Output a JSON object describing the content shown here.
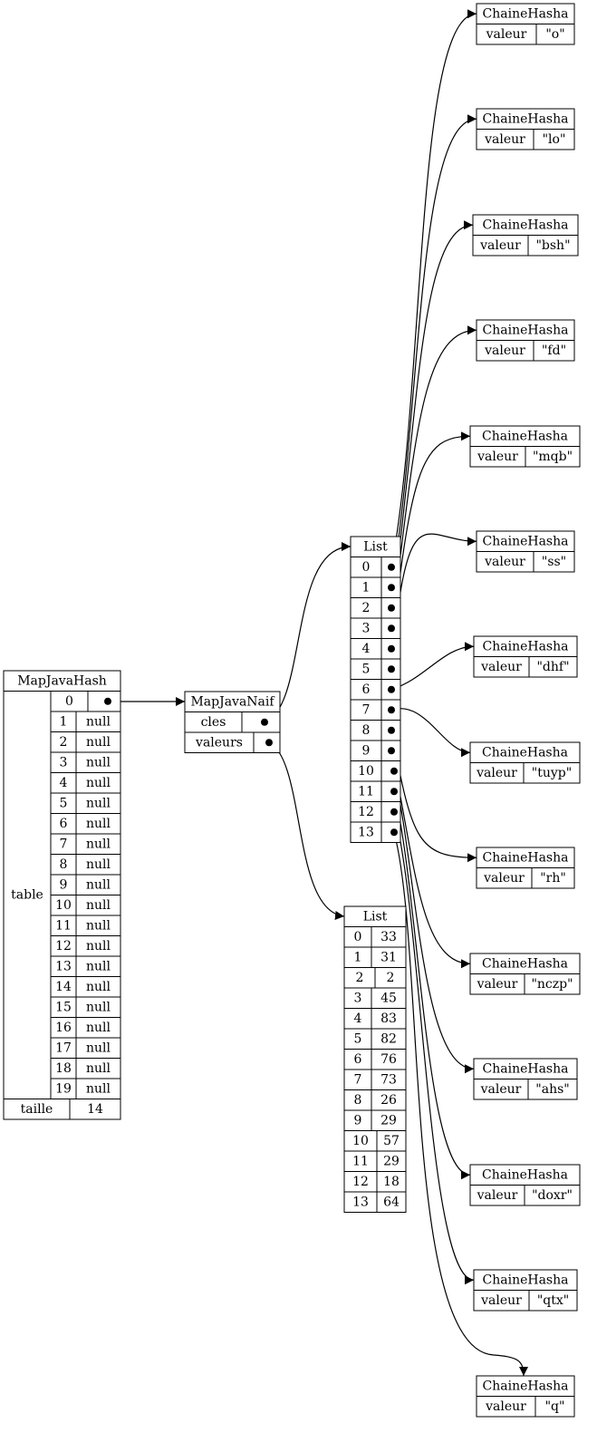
{
  "map_java_hash": {
    "title": "MapJavaHash",
    "table_label": "table",
    "rows": [
      {
        "index": "0",
        "value": ""
      },
      {
        "index": "1",
        "value": "null"
      },
      {
        "index": "2",
        "value": "null"
      },
      {
        "index": "3",
        "value": "null"
      },
      {
        "index": "4",
        "value": "null"
      },
      {
        "index": "5",
        "value": "null"
      },
      {
        "index": "6",
        "value": "null"
      },
      {
        "index": "7",
        "value": "null"
      },
      {
        "index": "8",
        "value": "null"
      },
      {
        "index": "9",
        "value": "null"
      },
      {
        "index": "10",
        "value": "null"
      },
      {
        "index": "11",
        "value": "null"
      },
      {
        "index": "12",
        "value": "null"
      },
      {
        "index": "13",
        "value": "null"
      },
      {
        "index": "14",
        "value": "null"
      },
      {
        "index": "15",
        "value": "null"
      },
      {
        "index": "16",
        "value": "null"
      },
      {
        "index": "17",
        "value": "null"
      },
      {
        "index": "18",
        "value": "null"
      },
      {
        "index": "19",
        "value": "null"
      }
    ],
    "size_label": "taille",
    "size_value": "14"
  },
  "map_java_naif": {
    "title": "MapJavaNaif",
    "keys_label": "cles",
    "values_label": "valeurs"
  },
  "keys_list": {
    "title": "List",
    "indices": [
      "0",
      "1",
      "2",
      "3",
      "4",
      "5",
      "6",
      "7",
      "8",
      "9",
      "10",
      "11",
      "12",
      "13"
    ]
  },
  "values_list": {
    "title": "List",
    "rows": [
      {
        "index": "0",
        "value": "33"
      },
      {
        "index": "1",
        "value": "31"
      },
      {
        "index": "2",
        "value": "2"
      },
      {
        "index": "3",
        "value": "45"
      },
      {
        "index": "4",
        "value": "83"
      },
      {
        "index": "5",
        "value": "82"
      },
      {
        "index": "6",
        "value": "76"
      },
      {
        "index": "7",
        "value": "73"
      },
      {
        "index": "8",
        "value": "26"
      },
      {
        "index": "9",
        "value": "29"
      },
      {
        "index": "10",
        "value": "57"
      },
      {
        "index": "11",
        "value": "29"
      },
      {
        "index": "12",
        "value": "18"
      },
      {
        "index": "13",
        "value": "64"
      }
    ]
  },
  "chain_nodes": [
    {
      "title": "ChaineHasha",
      "field": "valeur",
      "value": "\"o\""
    },
    {
      "title": "ChaineHasha",
      "field": "valeur",
      "value": "\"lo\""
    },
    {
      "title": "ChaineHasha",
      "field": "valeur",
      "value": "\"bsh\""
    },
    {
      "title": "ChaineHasha",
      "field": "valeur",
      "value": "\"fd\""
    },
    {
      "title": "ChaineHasha",
      "field": "valeur",
      "value": "\"mqb\""
    },
    {
      "title": "ChaineHasha",
      "field": "valeur",
      "value": "\"ss\""
    },
    {
      "title": "ChaineHasha",
      "field": "valeur",
      "value": "\"dhf\""
    },
    {
      "title": "ChaineHasha",
      "field": "valeur",
      "value": "\"tuyp\""
    },
    {
      "title": "ChaineHasha",
      "field": "valeur",
      "value": "\"rh\""
    },
    {
      "title": "ChaineHasha",
      "field": "valeur",
      "value": "\"nczp\""
    },
    {
      "title": "ChaineHasha",
      "field": "valeur",
      "value": "\"ahs\""
    },
    {
      "title": "ChaineHasha",
      "field": "valeur",
      "value": "\"doxr\""
    },
    {
      "title": "ChaineHasha",
      "field": "valeur",
      "value": "\"qtx\""
    },
    {
      "title": "ChaineHasha",
      "field": "valeur",
      "value": "\"q\""
    }
  ]
}
